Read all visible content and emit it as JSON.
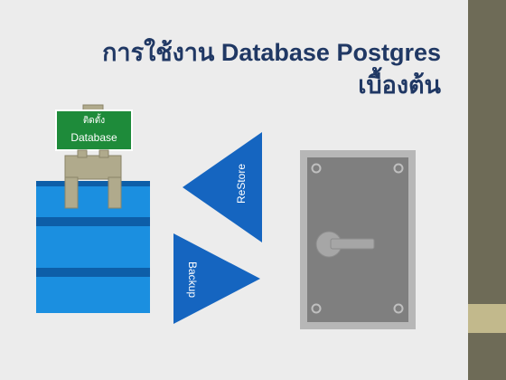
{
  "slide": {
    "title_line1": "การใช้งาน Database Postgres",
    "title_line2": "เบื้องต้น"
  },
  "sign": {
    "line1": "ติดตั้ง",
    "line2": "Database"
  },
  "triangles": {
    "restore_label": "ReStore",
    "backup_label": "Backup"
  },
  "colors": {
    "title": "#203864",
    "sign_green": "#1e8b3a",
    "db_blue": "#1b8fe0",
    "db_dark": "#0d5ea8",
    "triangle_blue": "#1565c0",
    "safe_gray": "#808080",
    "sidebar_dark": "#6e6b57",
    "sidebar_light": "#c2b98c"
  }
}
